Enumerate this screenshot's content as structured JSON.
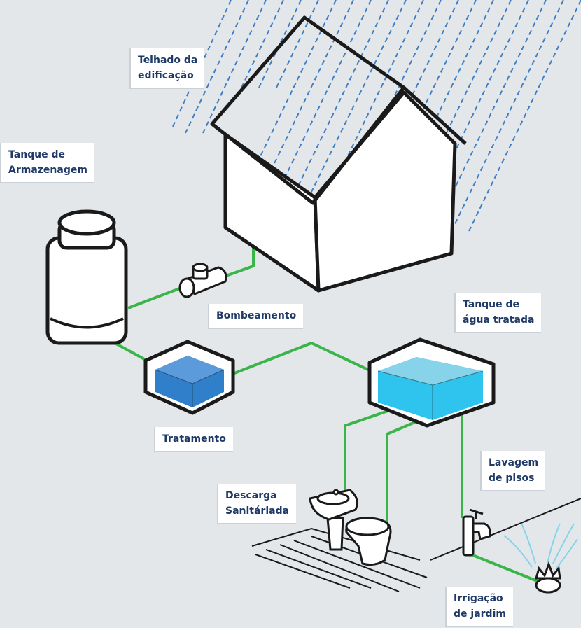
{
  "labels": {
    "roof": [
      "Telhado da",
      "edificação"
    ],
    "storage_tank": [
      "Tanque de",
      "Armazenagem"
    ],
    "pumping": [
      "Bombeamento"
    ],
    "treated_tank": [
      "Tanque de",
      "água tratada"
    ],
    "treatment": [
      "Tratamento"
    ],
    "toilet_flush": [
      "Descarga",
      "Sanitáriada"
    ],
    "floor_washing": [
      "Lavagem",
      "de pisos"
    ],
    "garden_irrigation": [
      "Irrigação",
      "de jardim"
    ]
  },
  "colors": {
    "background": "#e3e7ea",
    "pipe": "#3ab54a",
    "rain": "#3f7ec3",
    "outline": "#1a1a1a",
    "treatment_water": "#2f7fca",
    "treated_water": "#2ec4ee",
    "label_text": "#1f3a66"
  },
  "icons": [
    "house-icon",
    "rain-icon",
    "storage-tank-icon",
    "pump-icon",
    "treatment-tank-icon",
    "treated-water-tank-icon",
    "sink-icon",
    "toilet-icon",
    "faucet-icon",
    "sprinkler-icon"
  ]
}
